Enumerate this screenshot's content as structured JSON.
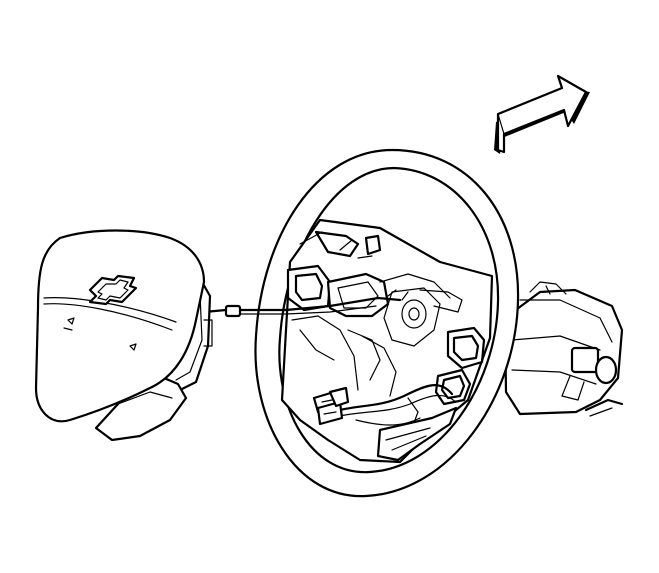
{
  "diagram": {
    "labels": [],
    "parts": [
      {
        "id": "direction-arrow",
        "icon": "arrow-icon"
      },
      {
        "id": "airbag-module",
        "icon": "bowtie-emblem-icon"
      },
      {
        "id": "steering-wheel",
        "icon": "steering-wheel-icon"
      },
      {
        "id": "steering-column",
        "icon": "steering-column-icon"
      },
      {
        "id": "connector-tool",
        "icon": "tool-icon"
      }
    ],
    "colors": {
      "line": "#000000",
      "background": "#ffffff"
    }
  }
}
